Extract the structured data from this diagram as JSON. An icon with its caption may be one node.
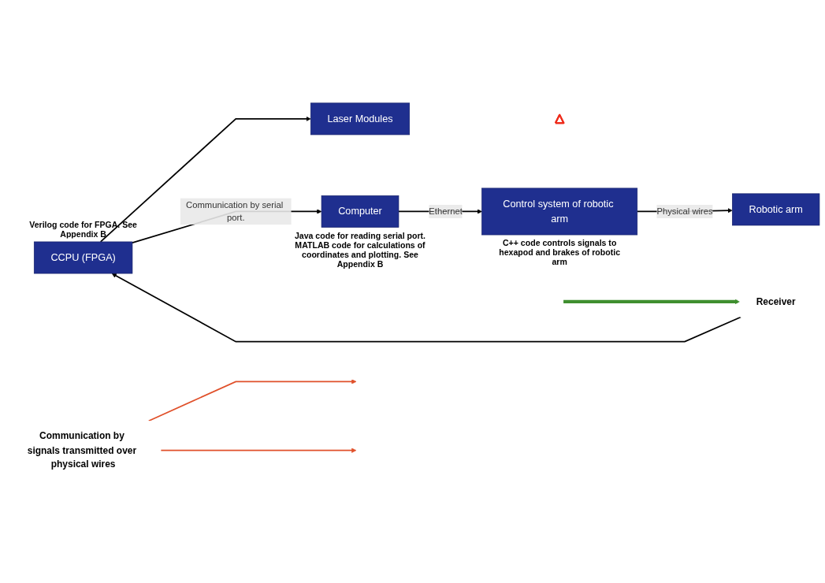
{
  "diagram": {
    "nodes": [
      {
        "text": [
          "CCPU (FPGA)"
        ],
        "beside": [
          "Verilog code for FPGA. See Appendix B"
        ]
      },
      {
        "text": [
          "Laser Modules"
        ]
      },
      {
        "text": [],
        "shape": "triangle"
      },
      {
        "text": [
          "Receiver"
        ]
      },
      {
        "text": [
          "Computer"
        ],
        "beside": [
          "Java code for reading serial port. MATLAB code for calculations of coordinates and plotting. See Appendix B"
        ]
      },
      {
        "text": [
          "Control system of robotic arm"
        ],
        "beside": [
          "C++ code controls signals to hexapod and brakes of robotic arm"
        ]
      },
      {
        "text": [
          "Robotic arm"
        ]
      },
      {
        "text": [
          "Communication by signals transmitted over physical wires"
        ]
      }
    ],
    "edges": [
      {
        "from": 0,
        "to": 1,
        "arrow": "to"
      },
      {
        "from": 0,
        "to": 4,
        "arrow": "to",
        "label": "Communication by serial port."
      },
      {
        "from": 3,
        "to": 0,
        "arrow": "to"
      },
      {
        "from": 4,
        "to": 5,
        "arrow": "to",
        "label": "Ethernet"
      },
      {
        "from": 5,
        "to": 6,
        "arrow": "to",
        "label": "Physical wires"
      },
      {
        "from": null,
        "to": 3,
        "arrow": "to",
        "style": "thick",
        "color": "#3f8f2f"
      },
      {
        "from": 7,
        "to": null,
        "arrow": "to",
        "color": "#e0502a"
      },
      {
        "from": 7,
        "to": null,
        "arrow": "to",
        "color": "#e0502a"
      }
    ]
  }
}
